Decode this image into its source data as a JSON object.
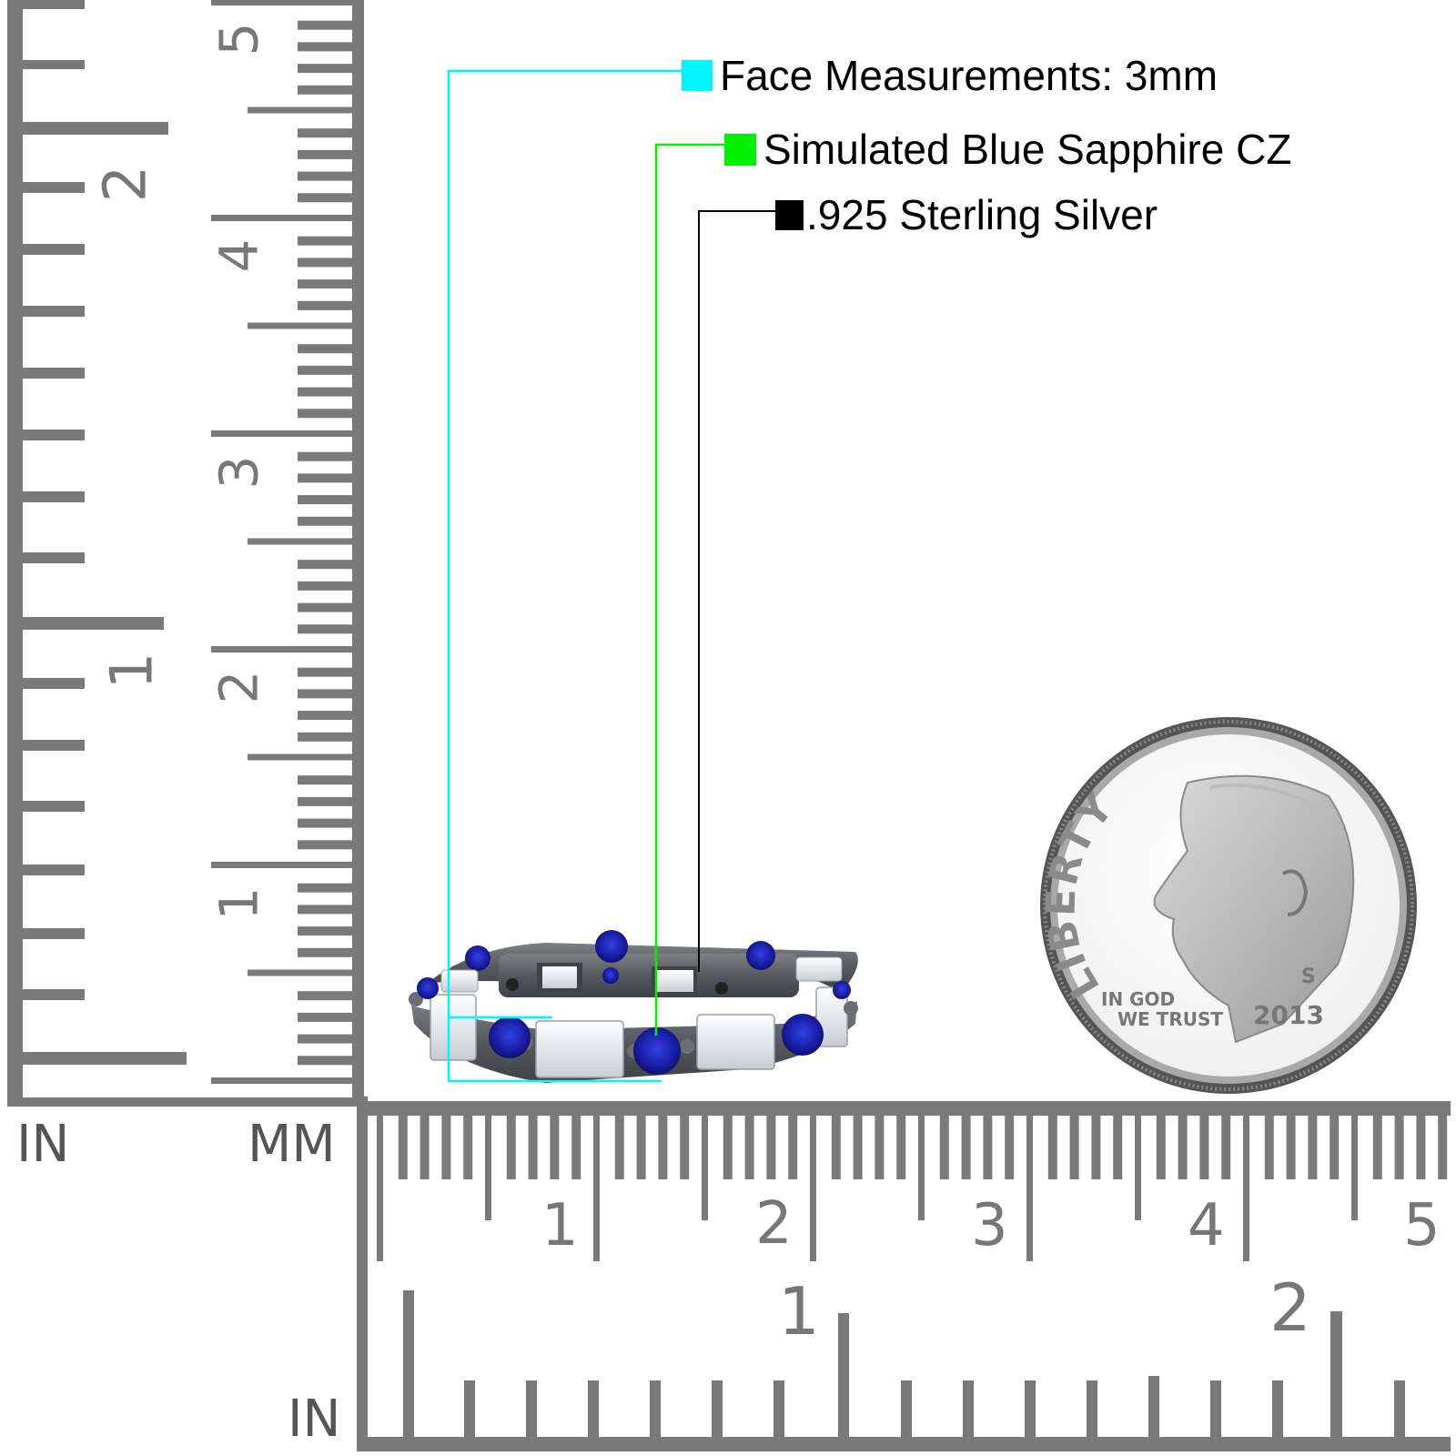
{
  "legend": {
    "items": [
      {
        "label": "Face Measurements: 3mm",
        "color": "#00f5ff"
      },
      {
        "label": "Simulated Blue Sapphire CZ",
        "color": "#00f000"
      },
      {
        "label": ".925 Sterling Silver",
        "color": "#000000"
      }
    ]
  },
  "rulers": {
    "vertical": {
      "in_unit_label": "IN",
      "mm_unit_label": "MM",
      "in_labels": [
        "1",
        "2"
      ],
      "cm_labels": [
        "1",
        "2",
        "3",
        "4",
        "5"
      ]
    },
    "horizontal": {
      "in_unit_label": "IN",
      "cm_labels": [
        "1",
        "2",
        "3",
        "4",
        "5"
      ],
      "in_labels": [
        "1",
        "2"
      ]
    },
    "color": "#7a7a7a"
  },
  "coin": {
    "legend_text": "LIBERTY",
    "motto_line1": "IN GOD",
    "motto_line2": "WE TRUST",
    "year": "2013",
    "mint_mark": "S"
  },
  "product": {
    "stone_color": "#1a1fa8",
    "metal_color": "#5d6064",
    "baguette_color": "#f2f4f6"
  }
}
